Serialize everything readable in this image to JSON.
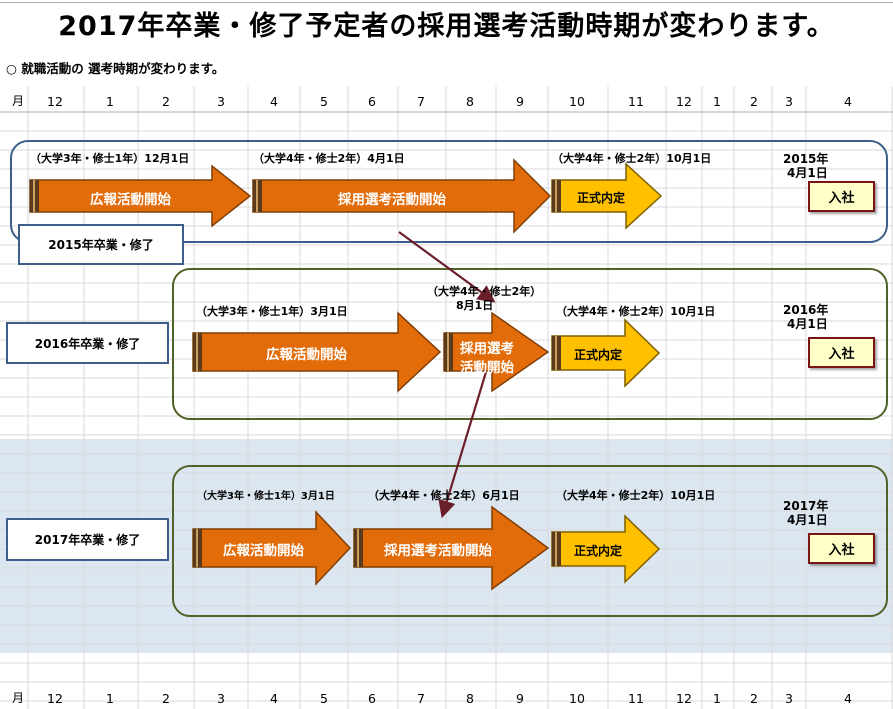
{
  "title": "2017年卒業・修了予定者の採用選考活動時期が変わります。",
  "subtitle": "○ 就職活動の 選考時期が変わります。",
  "month_header_label": "月",
  "months": [
    "12",
    "1",
    "2",
    "3",
    "4",
    "5",
    "6",
    "7",
    "8",
    "9",
    "10",
    "11",
    "12",
    "1",
    "2",
    "3",
    "4"
  ],
  "rows": [
    {
      "year_label": "2015年卒業・修了",
      "labels": [
        "（大学3年・修士1年）12月1日",
        "（大学4年・修士2年）4月1日",
        "（大学4年・修士2年）10月1日",
        "2015年",
        "4月1日"
      ],
      "arrows": [
        "広報活動開始",
        "採用選考活動開始",
        "正式内定"
      ],
      "entry": "入社"
    },
    {
      "year_label": "2016年卒業・修了",
      "labels": [
        "（大学3年・修士1年）3月1日",
        "（大学4年・修士2年）",
        "8月1日",
        "（大学4年・修士2年）10月1日",
        "2016年",
        "4月1日"
      ],
      "arrows": [
        "広報活動開始",
        "採用選考",
        "活動開始",
        "正式内定"
      ],
      "entry": "入社"
    },
    {
      "year_label": "2017年卒業・修了",
      "labels": [
        "（大学3年・修士1年）3月1日",
        "（大学4年・修士2年）6月1日",
        "（大学4年・修士2年）10月1日",
        "2017年",
        "4月1日"
      ],
      "arrows": [
        "広報活動開始",
        "採用選考活動開始",
        "正式内定"
      ],
      "entry": "入社"
    }
  ],
  "colors": {
    "orange": "#e36c0a",
    "gold": "#ffc000",
    "panel1_border": "#3b5f8a",
    "panel_green": "#4f6228",
    "connector": "#6b1f2a",
    "band": "#dce6f1"
  }
}
